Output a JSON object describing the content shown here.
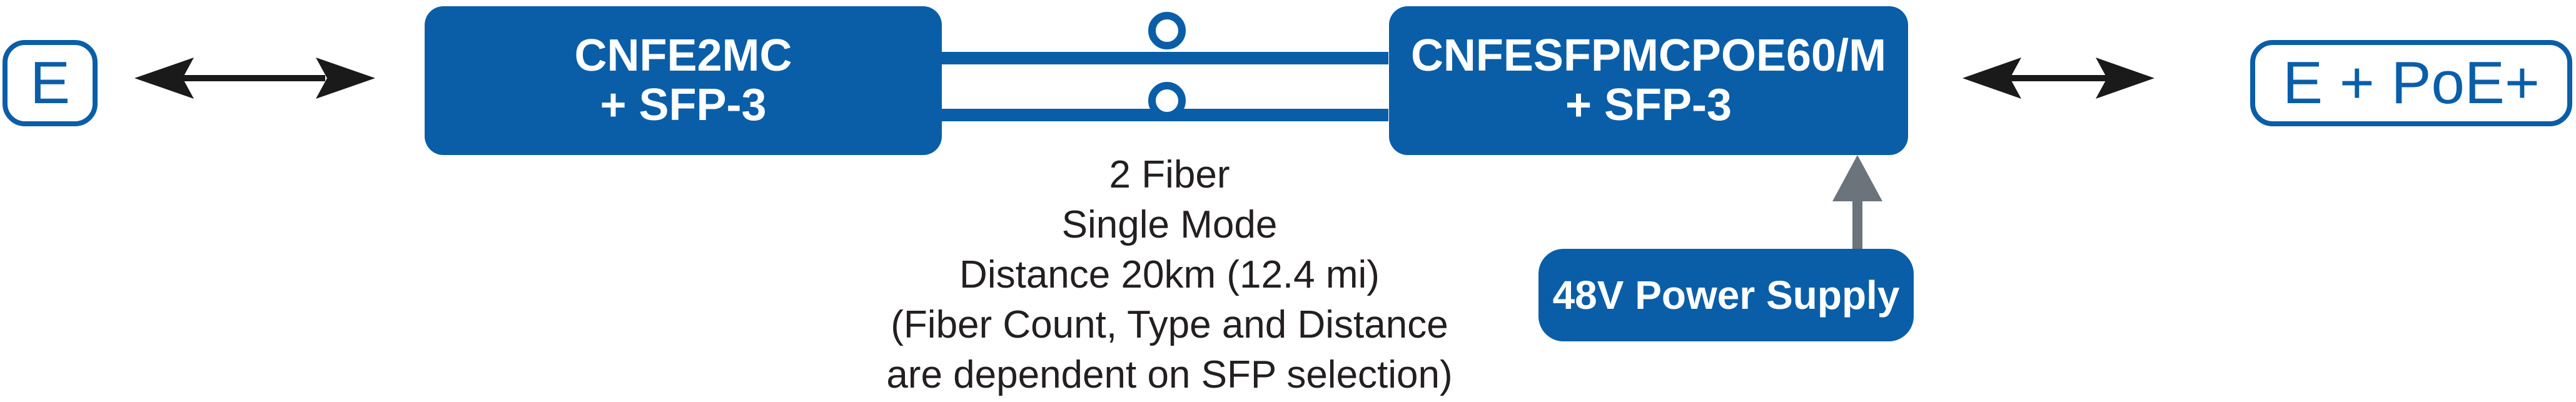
{
  "left_endpoint": {
    "label": "E"
  },
  "right_endpoint": {
    "label": "E + PoE+"
  },
  "device_left": {
    "line1": "CNFE2MC",
    "line2": "+ SFP-3"
  },
  "device_right": {
    "line1": "CNFESFPMCPOE60/M",
    "line2": "+ SFP-3"
  },
  "fiber_info": {
    "line1": "2 Fiber",
    "line2": "Single Mode",
    "line3": "Distance 20km (12.4 mi)",
    "line4": "(Fiber Count, Type and Distance",
    "line5": "are dependent on SFP selection)"
  },
  "power_supply": {
    "label": "48V Power Supply"
  },
  "colors": {
    "primary_blue": "#0a5ea8",
    "arrow_black": "#1a1a1a",
    "arrow_gray": "#6b737b",
    "text": "#231f20"
  }
}
